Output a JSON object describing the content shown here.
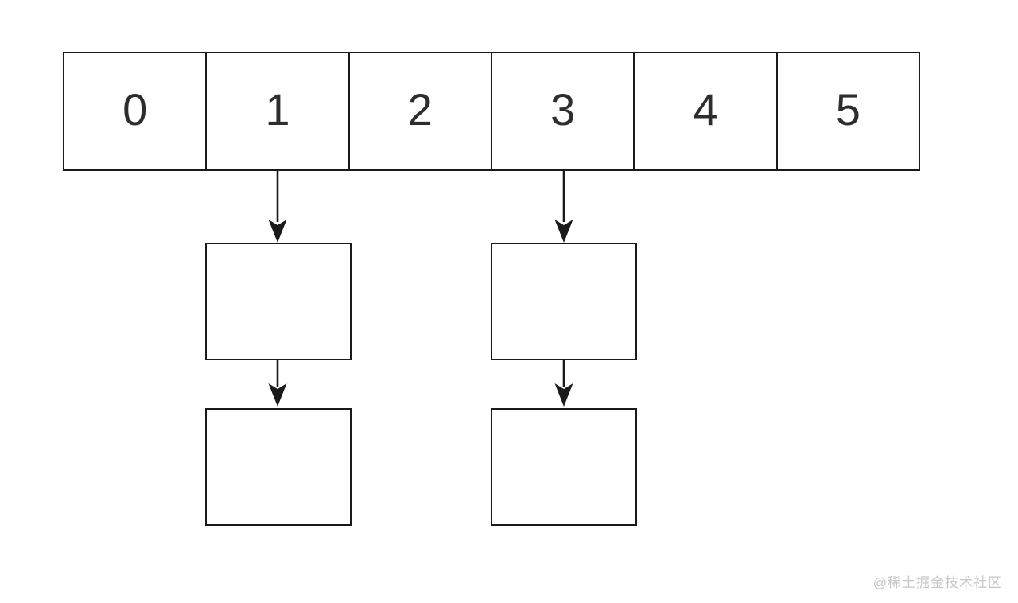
{
  "diagram": {
    "description": "array-with-linked-chains",
    "array": {
      "cells": [
        {
          "label": "0"
        },
        {
          "label": "1"
        },
        {
          "label": "2"
        },
        {
          "label": "3"
        },
        {
          "label": "4"
        },
        {
          "label": "5"
        }
      ]
    },
    "chains": [
      {
        "from_cell": "1",
        "node_count": 2
      },
      {
        "from_cell": "3",
        "node_count": 2
      }
    ],
    "colors": {
      "stroke": "#1a1a1a",
      "background": "#ffffff",
      "label_text": "#2d2d2d",
      "watermark_text": "#c6c6c6"
    }
  },
  "watermark": {
    "text": "@稀土掘金技术社区"
  }
}
